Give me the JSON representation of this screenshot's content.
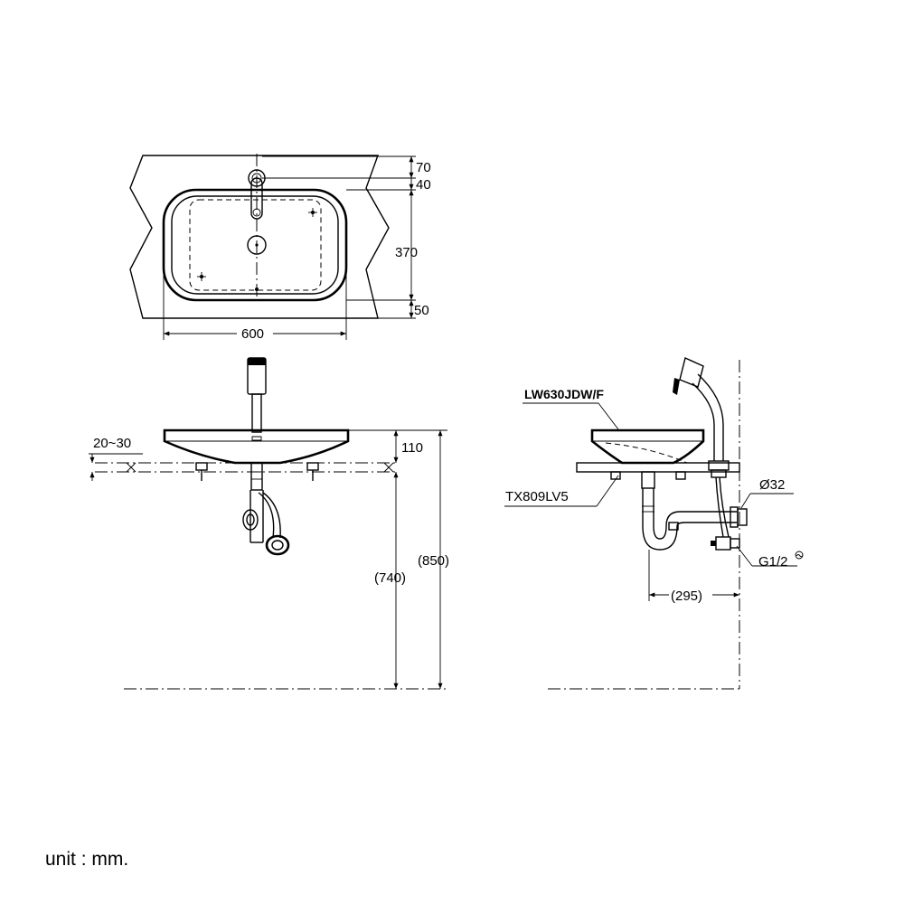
{
  "top_view": {
    "dims": {
      "d70": "70",
      "d40": "40",
      "d370": "370",
      "d50": "50",
      "d600": "600"
    }
  },
  "front_view": {
    "dims": {
      "d110": "110",
      "d20_30": "20~30",
      "d740": "(740)",
      "d850": "(850)"
    }
  },
  "side_view": {
    "labels": {
      "basin_model": "LW630JDW/F",
      "trap_model": "TX809LV5",
      "drain_dia": "Ø32",
      "supply_thread": "G1/2"
    },
    "dims": {
      "d295": "(295)"
    }
  },
  "footer": {
    "unit": "unit : mm."
  }
}
